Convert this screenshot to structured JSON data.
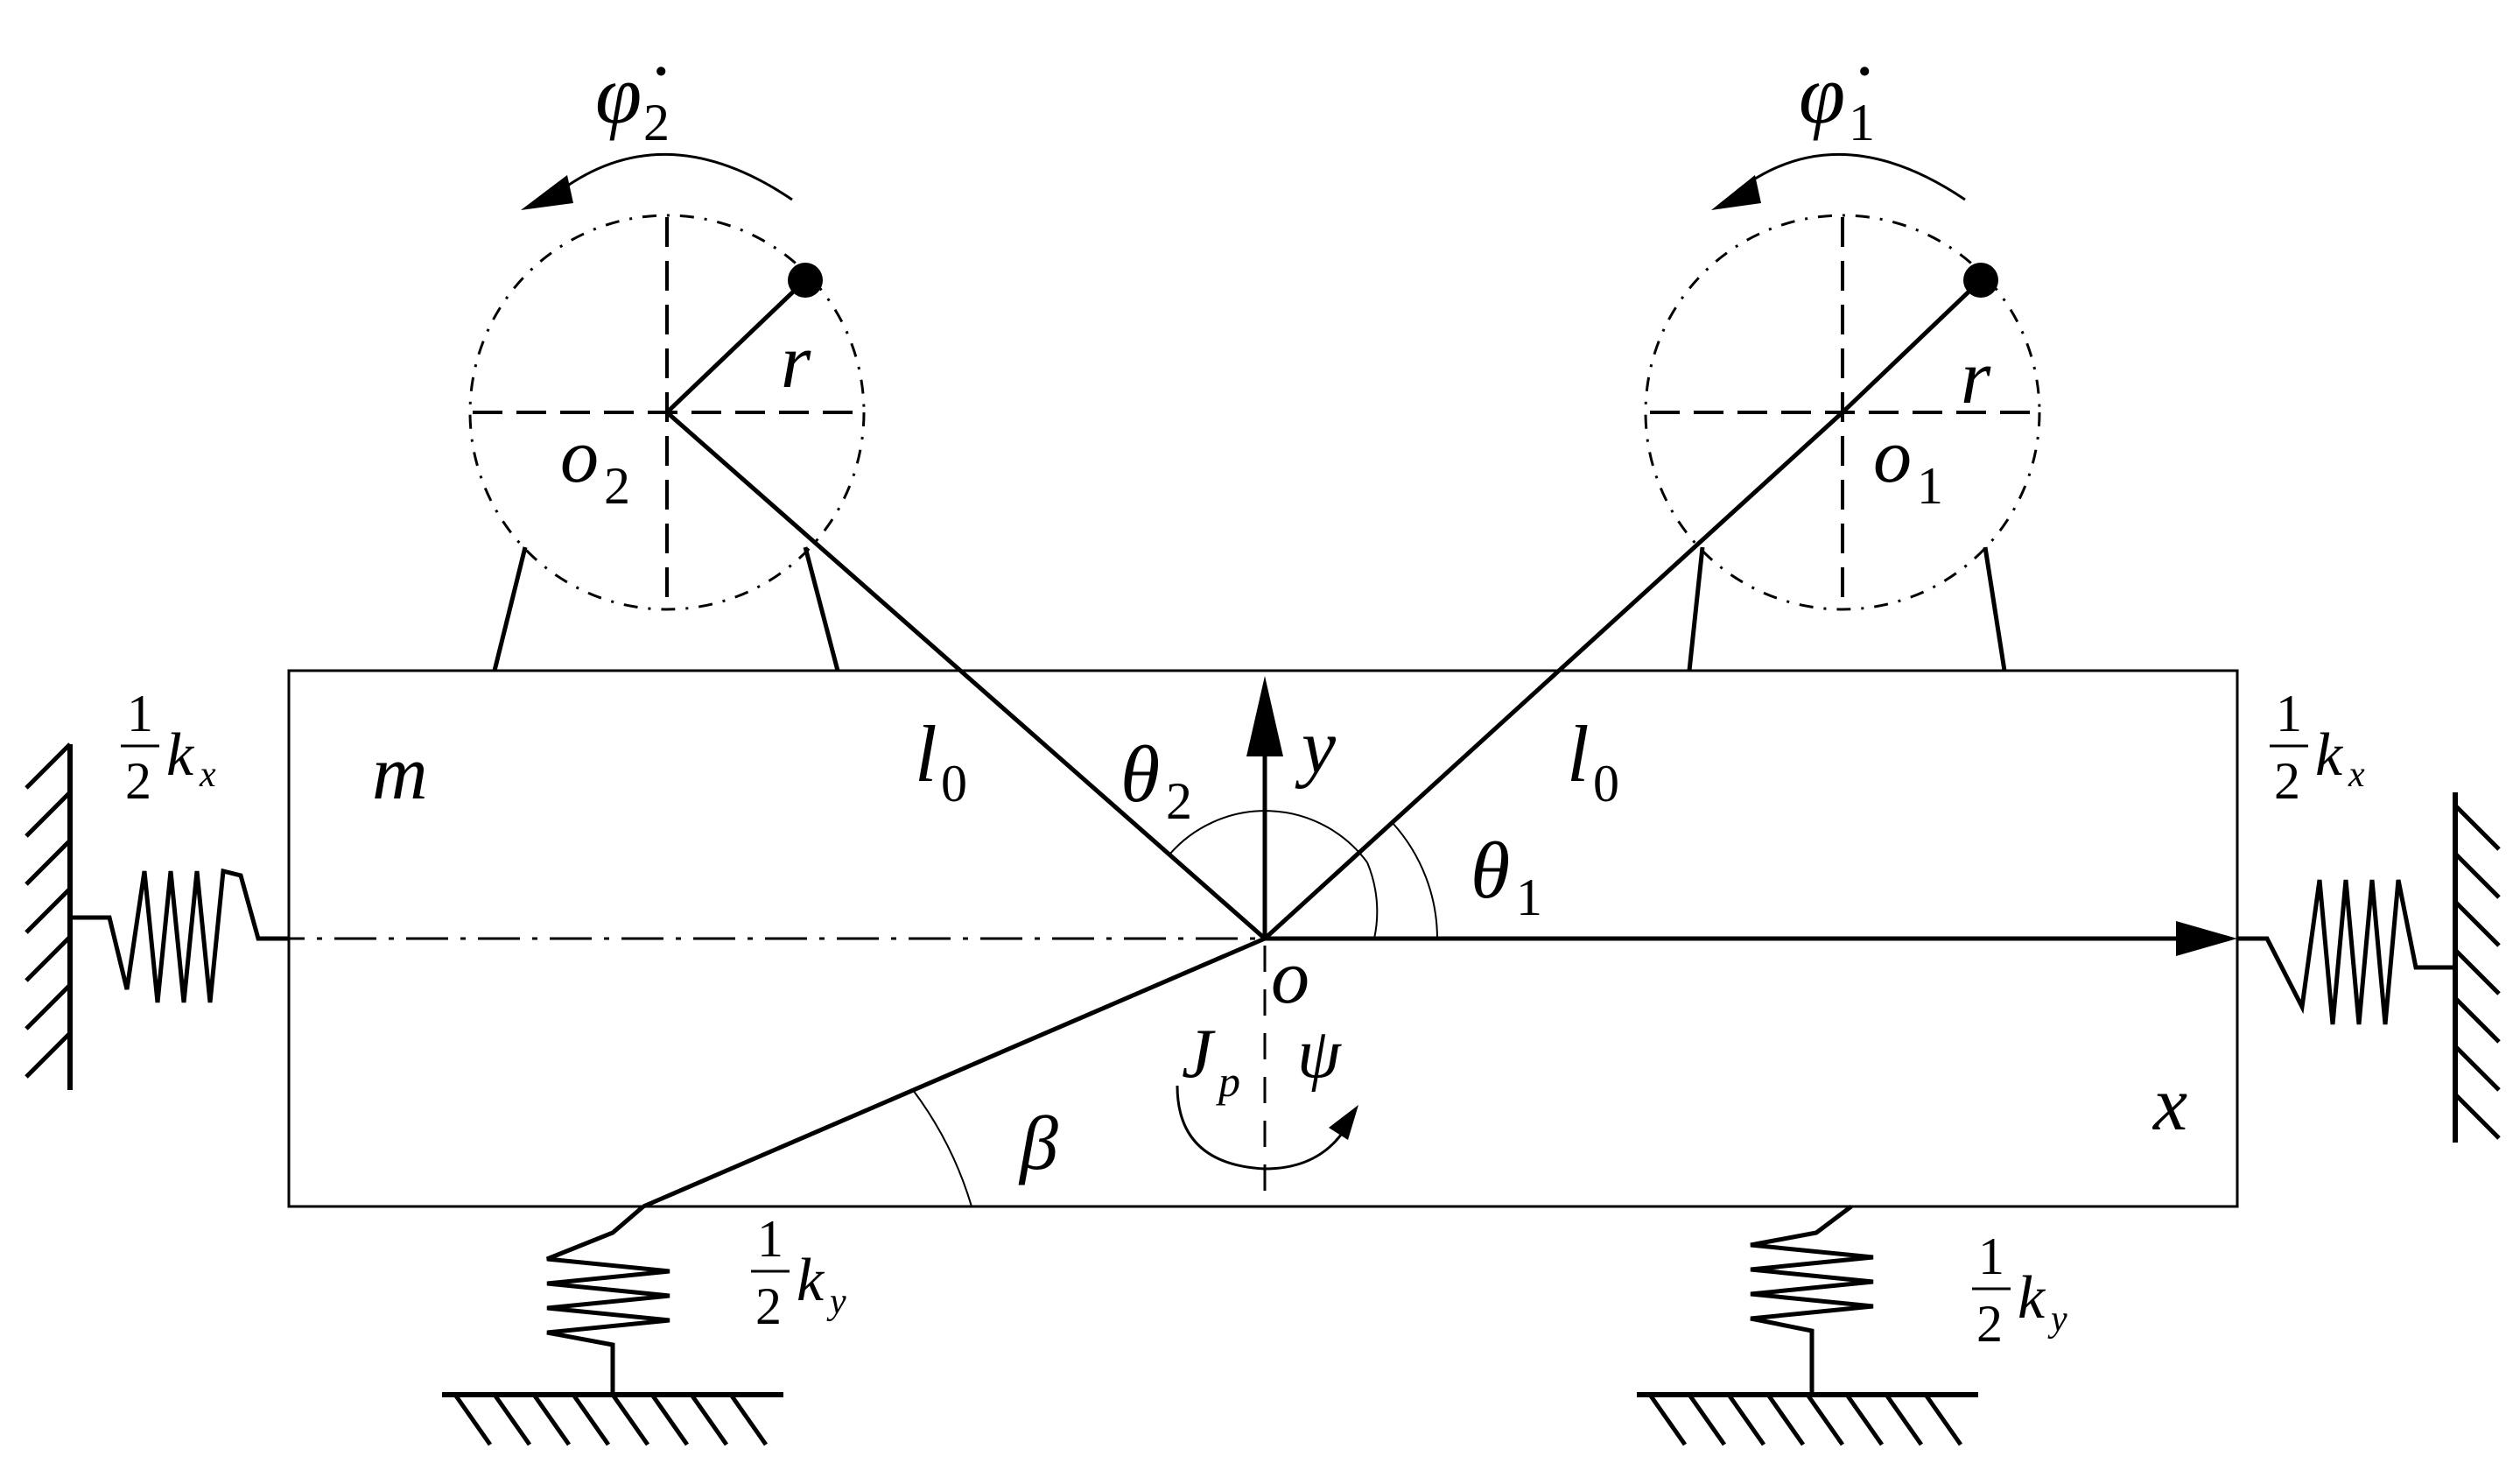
{
  "labels": {
    "phi_dot_2": "φ̇",
    "phi_dot_2_sub": "2",
    "phi_dot_1": "φ̇",
    "phi_dot_1_sub": "1",
    "r_left": "r",
    "r_right": "r",
    "o2": "o",
    "o2_sub": "2",
    "o1": "o",
    "o1_sub": "1",
    "mass": "m",
    "l0_left": "l",
    "l0_left_sub": "0",
    "l0_right": "l",
    "l0_right_sub": "0",
    "theta2": "θ",
    "theta2_sub": "2",
    "theta1": "θ",
    "theta1_sub": "1",
    "y_axis": "y",
    "x_axis": "x",
    "origin": "o",
    "Jp": "J",
    "Jp_sub": "p",
    "psi": "ψ",
    "beta": "β",
    "half_num": "1",
    "half_den": "2",
    "k": "k",
    "kx_sub": "x",
    "ky_sub": "y"
  }
}
